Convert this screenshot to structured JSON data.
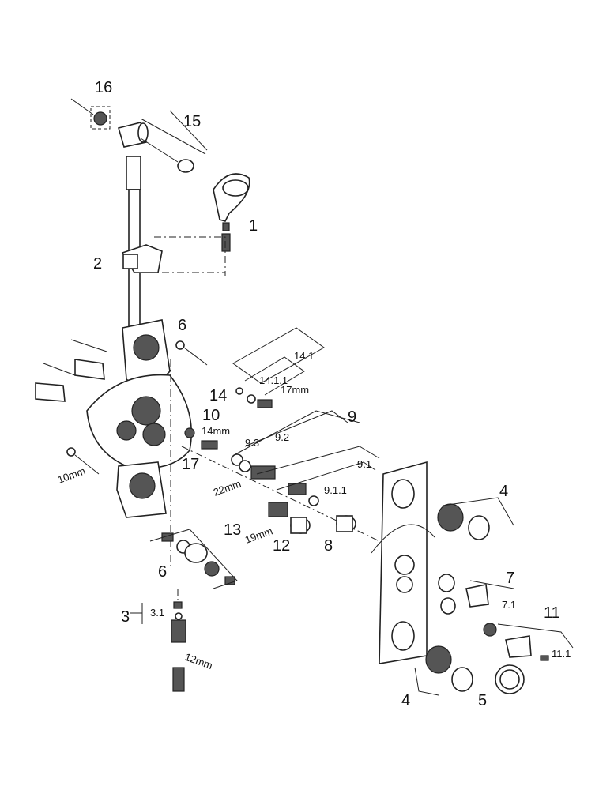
{
  "labels": {
    "l1": "1",
    "l2": "2",
    "l3": "3",
    "l3_1": "3.1",
    "l4a": "4",
    "l4b": "4",
    "l5": "5",
    "l6a": "6",
    "l6b": "6",
    "l7": "7",
    "l7_1": "7.1",
    "l8": "8",
    "l9": "9",
    "l9_1": "9.1",
    "l9_1_1": "9.1.1",
    "l9_2": "9.2",
    "l9_3": "9.3",
    "l10": "10",
    "l11": "11",
    "l11_1": "11.1",
    "l12": "12",
    "l13": "13",
    "l14": "14",
    "l14_1": "14.1",
    "l14_1_1": "14.1.1",
    "l15": "15",
    "l16": "16",
    "l17": "17"
  },
  "tool_sizes": {
    "t10mm": "10mm",
    "t12mm": "12mm",
    "t14mm": "14mm",
    "t17mm": "17mm",
    "t19mm": "19mm",
    "t22mm": "22mm"
  }
}
